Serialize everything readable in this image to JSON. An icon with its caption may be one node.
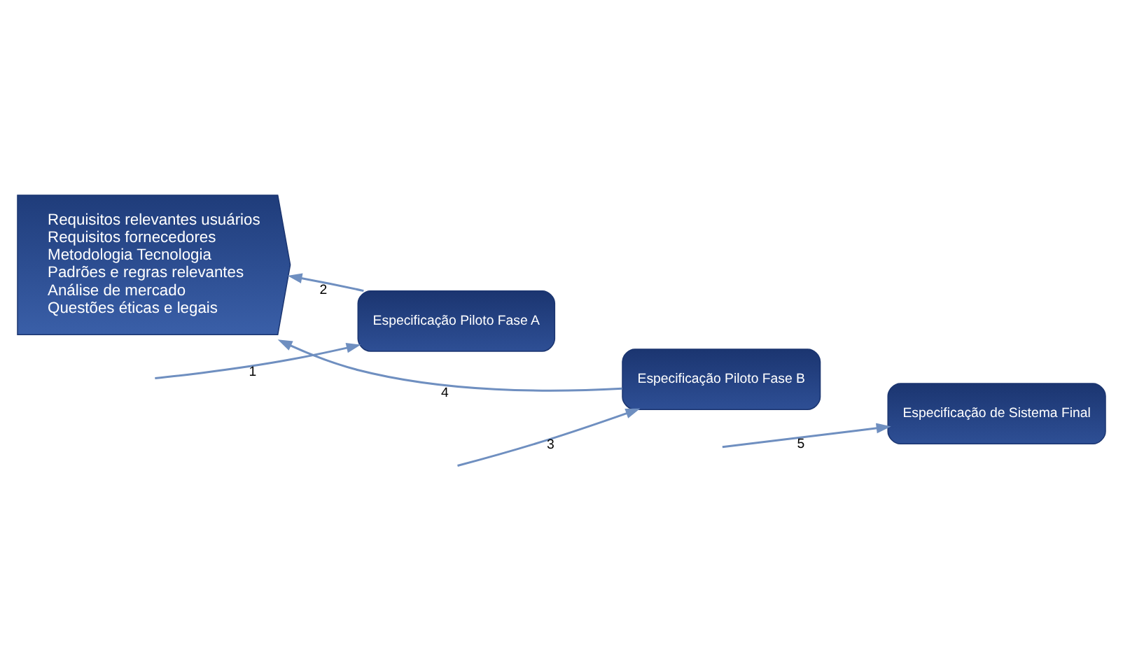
{
  "diagram": {
    "nodes": [
      {
        "text": [
          "Requisitos relevantes usuários",
          "Requisitos fornecedores",
          "Metodologia Tecnologia",
          "Padrões e regras relevantes",
          "Análise de mercado",
          "Questões éticas e legais"
        ]
      },
      {
        "text": [
          "Especificação Piloto Fase A"
        ]
      },
      {
        "text": [
          "Especificação Piloto Fase B"
        ]
      },
      {
        "text": [
          "Especificação de Sistema Final"
        ]
      }
    ],
    "edges": [
      {
        "from": 1,
        "to": 0,
        "arrow": "to",
        "label": "2"
      },
      {
        "from": 2,
        "to": 0,
        "arrow": "to",
        "label": "4"
      },
      {
        "from": null,
        "to": 1,
        "arrow": "to",
        "label": "1"
      },
      {
        "from": null,
        "to": 2,
        "arrow": "to",
        "label": "3"
      },
      {
        "from": null,
        "to": 3,
        "arrow": "to",
        "label": "5"
      }
    ]
  }
}
